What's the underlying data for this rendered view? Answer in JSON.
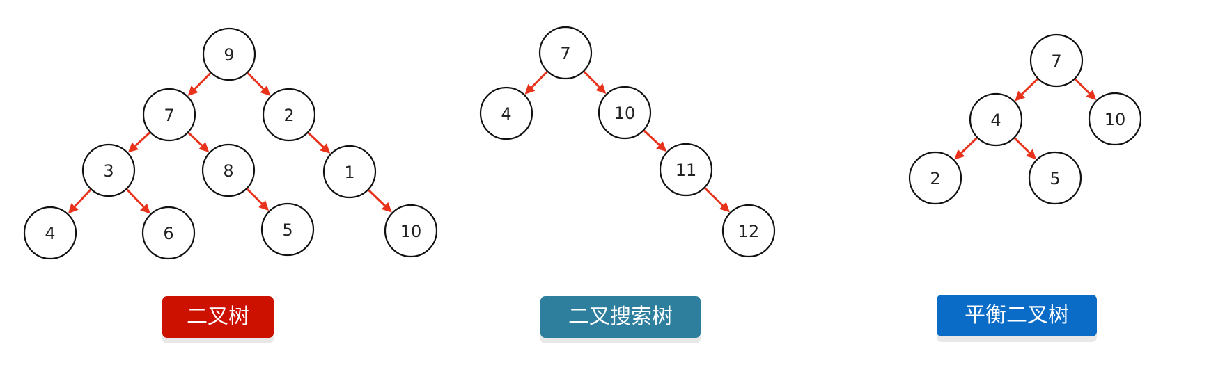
{
  "colors": {
    "edge": "#e8321b",
    "node_stroke": "#111111",
    "node_fill": "#ffffff"
  },
  "trees": [
    {
      "id": "binary-tree",
      "label": "二叉树",
      "label_color": "#cc1100",
      "nodes": [
        {
          "id": "a9",
          "value": "9"
        },
        {
          "id": "a7",
          "value": "7"
        },
        {
          "id": "a2",
          "value": "2"
        },
        {
          "id": "a3",
          "value": "3"
        },
        {
          "id": "a8",
          "value": "8"
        },
        {
          "id": "a1",
          "value": "1"
        },
        {
          "id": "a4",
          "value": "4"
        },
        {
          "id": "a6",
          "value": "6"
        },
        {
          "id": "a5",
          "value": "5"
        },
        {
          "id": "a10",
          "value": "10"
        }
      ],
      "edges": [
        [
          "a9",
          "a7"
        ],
        [
          "a9",
          "a2"
        ],
        [
          "a7",
          "a3"
        ],
        [
          "a7",
          "a8"
        ],
        [
          "a2",
          "a1"
        ],
        [
          "a3",
          "a4"
        ],
        [
          "a3",
          "a6"
        ],
        [
          "a8",
          "a5"
        ],
        [
          "a1",
          "a10"
        ]
      ]
    },
    {
      "id": "binary-search-tree",
      "label": "二叉搜索树",
      "label_color": "#2e7f9e",
      "nodes": [
        {
          "id": "b7",
          "value": "7"
        },
        {
          "id": "b4",
          "value": "4"
        },
        {
          "id": "b10",
          "value": "10"
        },
        {
          "id": "b11",
          "value": "11"
        },
        {
          "id": "b12",
          "value": "12"
        }
      ],
      "edges": [
        [
          "b7",
          "b4"
        ],
        [
          "b7",
          "b10"
        ],
        [
          "b10",
          "b11"
        ],
        [
          "b11",
          "b12"
        ]
      ]
    },
    {
      "id": "balanced-binary-tree",
      "label": "平衡二叉树",
      "label_color": "#0b6cc7",
      "nodes": [
        {
          "id": "c7",
          "value": "7"
        },
        {
          "id": "c4",
          "value": "4"
        },
        {
          "id": "c10",
          "value": "10"
        },
        {
          "id": "c2",
          "value": "2"
        },
        {
          "id": "c5",
          "value": "5"
        }
      ],
      "edges": [
        [
          "c7",
          "c4"
        ],
        [
          "c7",
          "c10"
        ],
        [
          "c4",
          "c2"
        ],
        [
          "c4",
          "c5"
        ]
      ]
    }
  ]
}
